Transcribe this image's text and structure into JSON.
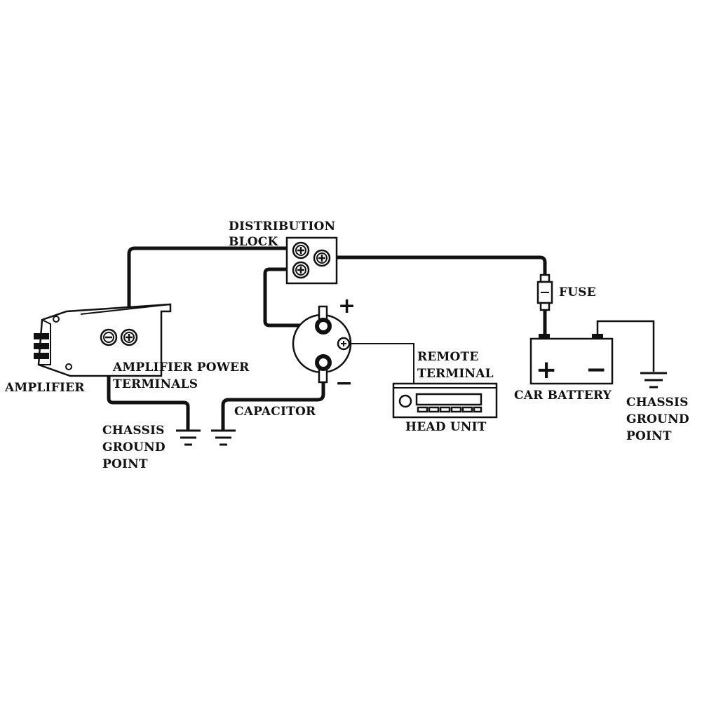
{
  "labels": {
    "distribution_block_1": "DISTRIBUTION",
    "distribution_block_2": "BLOCK",
    "fuse": "FUSE",
    "amp_power_1": "AMPLIFIER POWER",
    "amp_power_2": "TERMINALS",
    "amplifier": "AMPLIFIER",
    "remote_1": "REMOTE",
    "remote_2": "TERMINAL",
    "car_battery": "CAR BATTERY",
    "capacitor": "CAPACITOR",
    "head_unit": "HEAD UNIT",
    "chassis_left_1": "CHASSIS",
    "chassis_left_2": "GROUND",
    "chassis_left_3": "POINT",
    "chassis_right_1": "CHASSIS",
    "chassis_right_2": "GROUND",
    "chassis_right_3": "POINT"
  },
  "symbols": {
    "plus": "+",
    "minus": "−"
  },
  "colors": {
    "ink": "#111111",
    "background": "#ffffff"
  }
}
